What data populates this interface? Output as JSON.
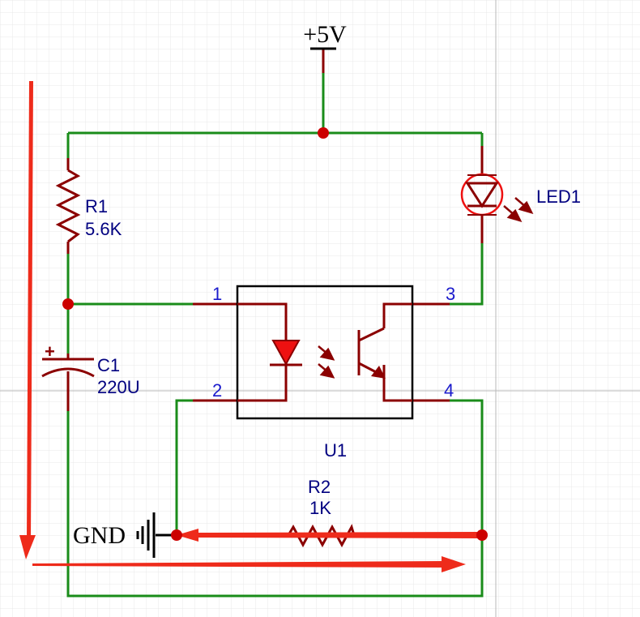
{
  "power": {
    "label": "+5V"
  },
  "ground": {
    "label": "GND"
  },
  "r1": {
    "ref": "R1",
    "value": "5.6K"
  },
  "r2": {
    "ref": "R2",
    "value": "1K"
  },
  "c1": {
    "ref": "C1",
    "value": "220U",
    "polarity": "+"
  },
  "led1": {
    "ref": "LED1"
  },
  "u1": {
    "ref": "U1",
    "pins": [
      "1",
      "2",
      "3",
      "4"
    ]
  },
  "colors": {
    "wire": "#1a8c1a",
    "component": "#8b0000",
    "junction": "#cc0000",
    "led_fill": "#ee1111",
    "label": "#000080",
    "pin_label": "#1a1acc",
    "arrow": "#ee2b1b",
    "body": "#000000"
  }
}
